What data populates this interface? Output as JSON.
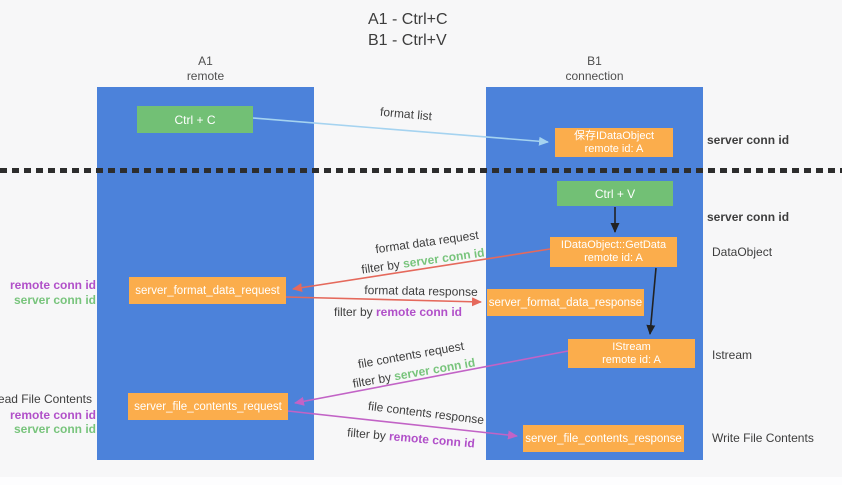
{
  "title": {
    "line1": "A1 - Ctrl+C",
    "line2": "B1 - Ctrl+V"
  },
  "lifelines": {
    "left": {
      "id": "A1",
      "role": "remote"
    },
    "right": {
      "id": "B1",
      "role": "connection"
    }
  },
  "boxes": {
    "ctrl_c": "Ctrl + C",
    "ctrl_v": "Ctrl + V",
    "save_idataobject": {
      "line1": "保存IDataObject",
      "line2": "remote id: A"
    },
    "getdata": {
      "line1": "IDataObject::GetData",
      "line2": "remote id: A"
    },
    "istream": {
      "line1": "IStream",
      "line2": "remote id: A"
    },
    "format_request": "server_format_data_request",
    "format_response": "server_format_data_response",
    "file_request": "server_file_contents_request",
    "file_response": "server_file_contents_response"
  },
  "arrows": {
    "format_list": "format list",
    "format_data_request": "format data request",
    "format_data_response": "format data response",
    "file_contents_request": "file contents request",
    "file_contents_response": "file contents response",
    "filter_by": "filter by ",
    "server_conn_id": "server conn id",
    "remote_conn_id": "remote conn id"
  },
  "side_labels": {
    "right_server_conn_id_top": "server conn id",
    "right_server_conn_id_mid": "server conn id",
    "right_dataobject": "DataObject",
    "right_istream": "Istream",
    "right_write_file": "Write File Contents",
    "left_remote_conn_id_top": "remote conn id",
    "left_server_conn_id_top": "server conn id",
    "left_read_file": "Read File Contents",
    "left_remote_conn_id_bottom": "remote conn id",
    "left_server_conn_id_bottom": "server conn id"
  },
  "colors": {
    "background": "#f7f7f8",
    "column_blue": "#4c82da",
    "box_green": "#72c075",
    "box_orange": "#fbad4c",
    "arrow_light_blue": "#a5d3f0",
    "arrow_red": "#e5695c",
    "arrow_magenta": "#c263c6",
    "arrow_black": "#222222",
    "text_green": "#78c47c",
    "text_purple": "#b150c9",
    "text_dark": "#3e3e3e"
  }
}
